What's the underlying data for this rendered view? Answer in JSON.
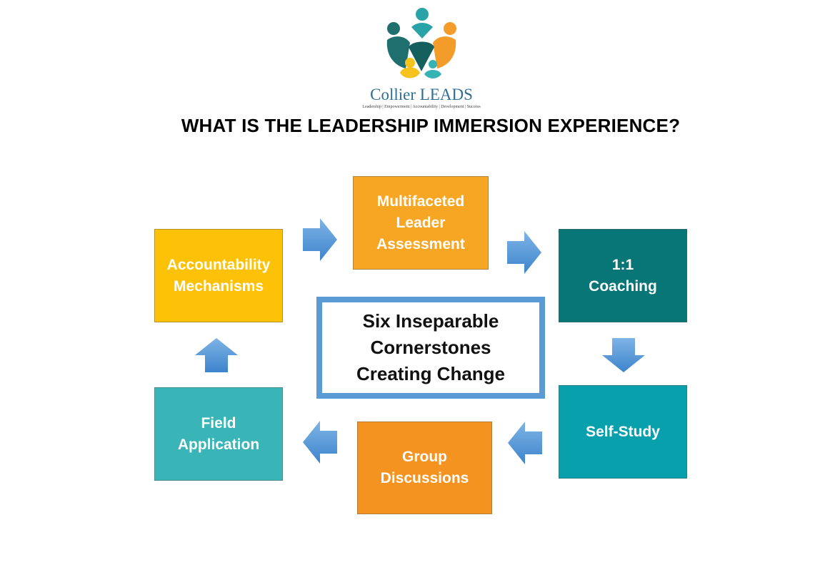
{
  "logo": {
    "name": "Collier LEADS",
    "tagline": "Leadership | Empowerment | Accountability | Development | Success"
  },
  "title": "WHAT IS THE LEADERSHIP IMMERSION EXPERIENCE?",
  "center": "Six Inseparable\nCornerstones\nCreating Change",
  "steps": [
    {
      "label": "Multifaceted\nLeader\nAssessment",
      "color": "#f6a623"
    },
    {
      "label": "1:1\nCoaching",
      "color": "#087576"
    },
    {
      "label": "Self-Study",
      "color": "#07a0ac"
    },
    {
      "label": "Group\nDiscussions",
      "color": "#f4931f"
    },
    {
      "label": "Field\nApplication",
      "color": "#39b5b7"
    },
    {
      "label": "Accountability\nMechanisms",
      "color": "#fdc208"
    }
  ],
  "arrow_color": "#5b9bd5"
}
